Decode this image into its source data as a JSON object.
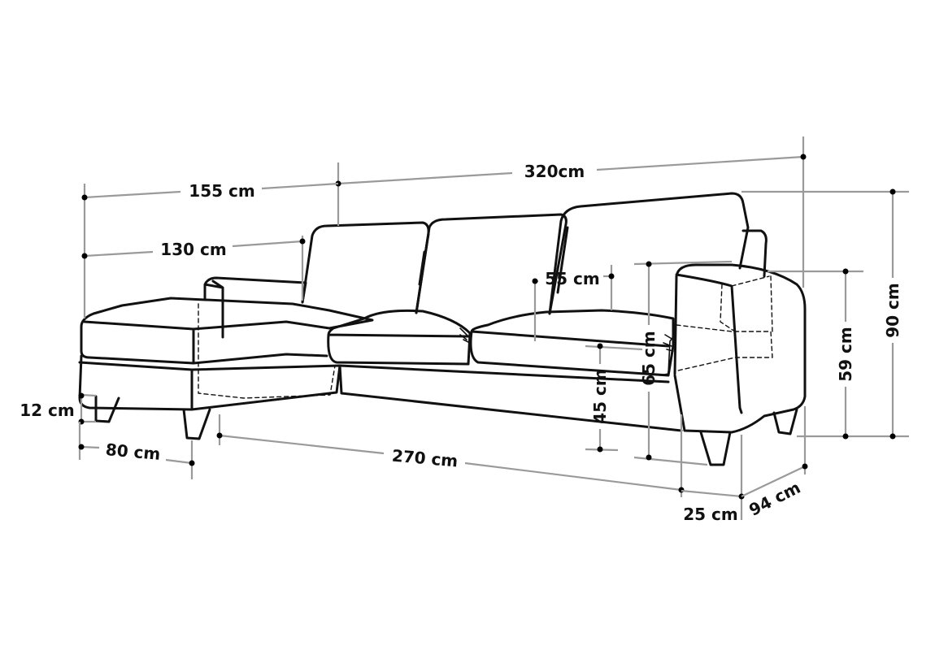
{
  "dimensions": {
    "total_width": "320cm",
    "chaise_width": "155 cm",
    "chaise_inner": "130 cm",
    "seat_depth": "55 cm",
    "back_height": "90 cm",
    "arm_height": "59 cm",
    "arm_seat_height": "65 cm",
    "seat_height": "45 cm",
    "leg_height": "12 cm",
    "chaise_depth": "80 cm",
    "sofa_length": "270 cm",
    "arm_width": "25 cm",
    "sofa_depth": "94 cm"
  }
}
